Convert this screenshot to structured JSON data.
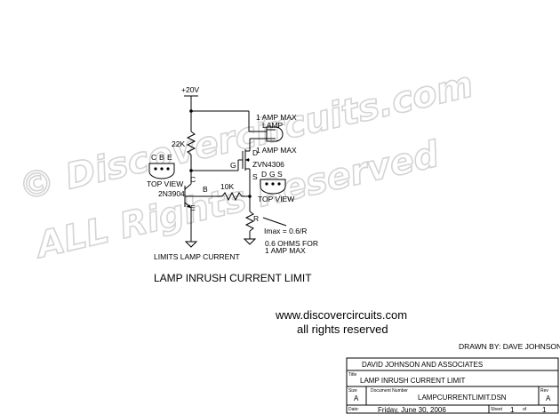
{
  "watermark": {
    "line1": "© Discovercircuits.com",
    "line2": "ALL Rights Reserved"
  },
  "supply": {
    "label": "+20V"
  },
  "components": {
    "r1": {
      "value": "22K"
    },
    "r2": {
      "value": "10K"
    },
    "rs": {
      "label": "R"
    },
    "q1": {
      "part": "2N3904",
      "pin_c": "C",
      "pin_b": "B",
      "pin_e": "E"
    },
    "q2": {
      "part": "ZVN4306",
      "pin_g": "G",
      "pin_d": "D",
      "pin_s": "S"
    },
    "lamp": {
      "line1": "1 AMP MAX",
      "line2": "LAMP",
      "line3": "1 AMP MAX"
    }
  },
  "pinouts": {
    "q1_view": {
      "pins": [
        "C",
        "B",
        "E"
      ],
      "caption": "TOP VIEW"
    },
    "q2_view": {
      "pins": [
        "D",
        "G",
        "S"
      ],
      "caption": "TOP VIEW"
    }
  },
  "notes": {
    "imax": "Imax = 0.6/R",
    "ohms1": "0.6 OHMS FOR",
    "ohms2": "1 AMP MAX",
    "limits": "LIMITS LAMP CURRENT"
  },
  "circuit_title": "LAMP INRUSH CURRENT LIMIT",
  "website": {
    "url": "www.discovercircuits.com",
    "rights": "all rights reserved"
  },
  "drawn_by": "DRAWN BY:  DAVE JOHNSON",
  "title_block": {
    "company": "DAVID JOHNSON AND ASSOCIATES",
    "title_label": "Title",
    "title": "LAMP INRUSH CURRENT LIMIT",
    "size_label": "Size",
    "size": "A",
    "docnum_label": "Document Number",
    "docnum": "LAMPCURRENTLIMIT.DSN",
    "rev_label": "Rev",
    "rev": "A",
    "date_label": "Date:",
    "date": "Friday, June 30, 2006",
    "sheet_label": "Sheet",
    "sheet": "1",
    "of_label": "of",
    "of": "1"
  }
}
